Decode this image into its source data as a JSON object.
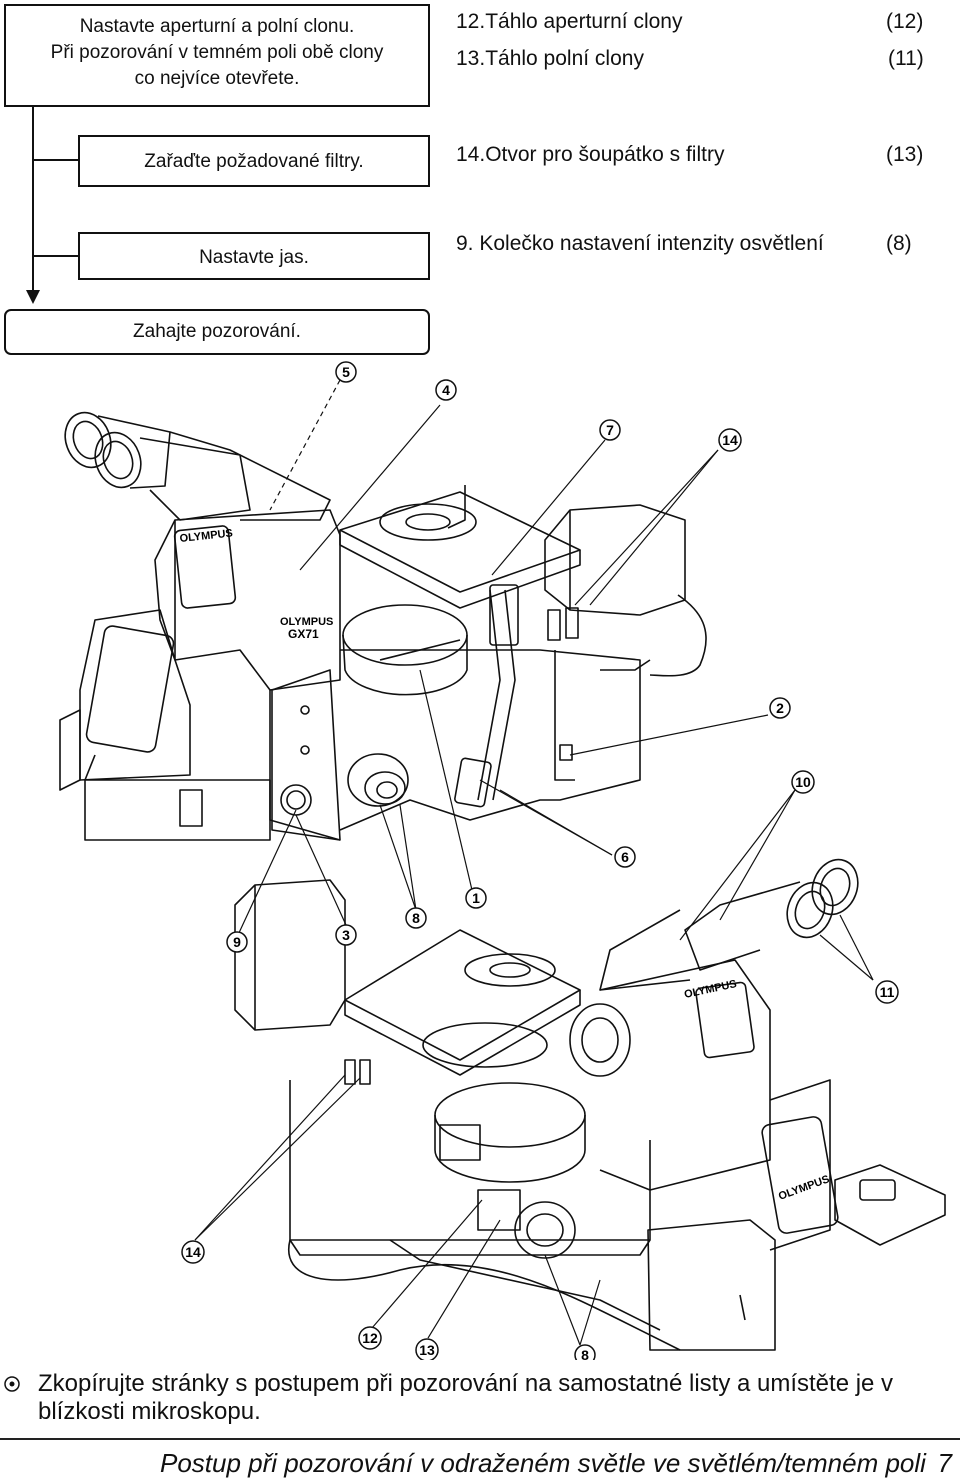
{
  "steps": {
    "s1": {
      "lines": [
        "Nastavte aperturní a polní clonu.",
        "Při pozorování v temném poli obě clony",
        "co nejvíce otevřete."
      ]
    },
    "s2": "Zařaďte požadované filtry.",
    "s3": "Nastavte jas.",
    "s4": "Zahajte pozorování."
  },
  "refs": [
    {
      "name": "12.Táhlo aperturní clony",
      "num": "(12)"
    },
    {
      "name": "13.Táhlo polní clony",
      "num": "(11)"
    },
    {
      "name": "14.Otvor pro šoupátko s filtry",
      "num": "(13)"
    },
    {
      "name": "9. Kolečko nastavení intenzity osvětlení",
      "num": "(8)"
    }
  ],
  "figure": {
    "callouts": [
      "5",
      "4",
      "7",
      "14",
      "2",
      "10",
      "6",
      "1",
      "8",
      "3",
      "9",
      "11",
      "14",
      "12",
      "13",
      "8"
    ],
    "labels": {
      "brand_upper": "OLYMPUS",
      "model": "GX71",
      "brand_front": "OLYMPUS",
      "brand_lower": "OLYMPUS",
      "brand_lower_panel": "OLYMPUS"
    }
  },
  "note": {
    "icon": "bullseye-icon",
    "text": "Zkopírujte stránky s postupem při pozorování na samostatné listy a umístěte je v blízkosti mikroskopu."
  },
  "footer": {
    "title": "Postup při pozorování v odraženém světle ve světlém/temném poli",
    "page": "7"
  }
}
